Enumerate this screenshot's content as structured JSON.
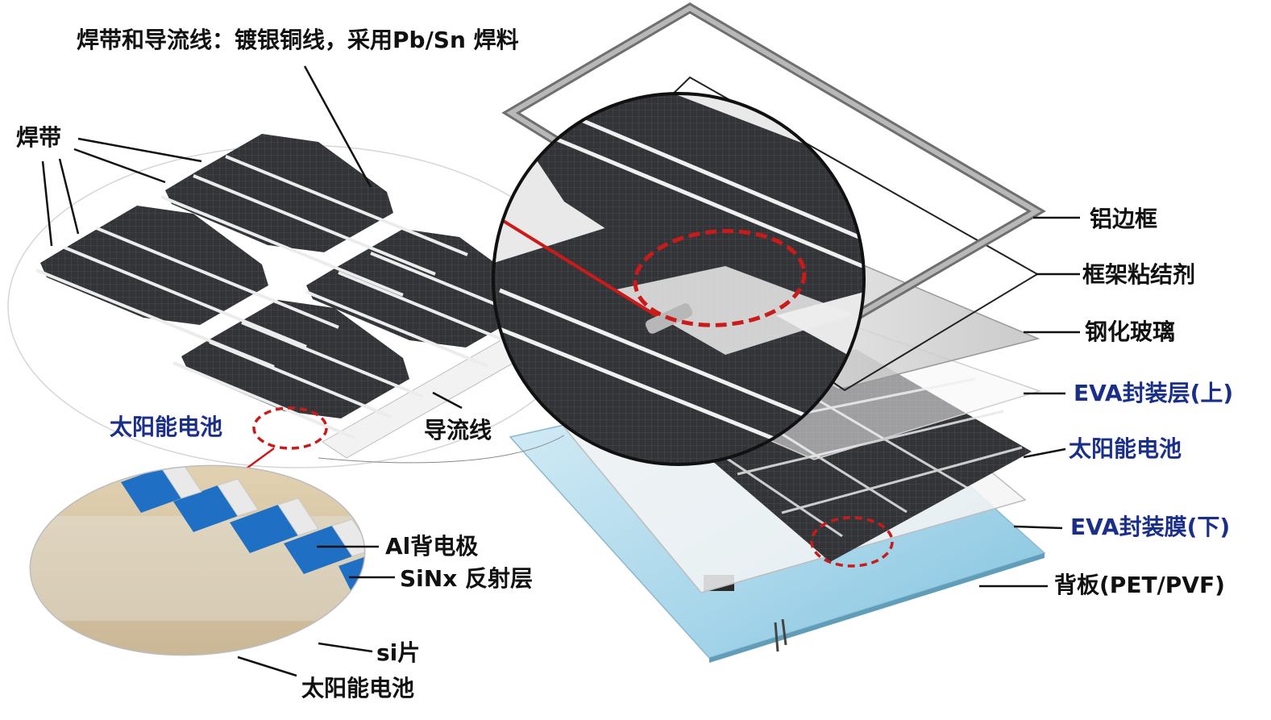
{
  "labels": {
    "ribbon_and_bus": "焊带和导流线：镀银铜线，采用Pb/Sn 焊料",
    "ribbon": "焊带",
    "solar_cell_left": "太阳能电池",
    "bus_bar": "导流线",
    "al_back_electrode": "Al背电极",
    "sinx_layer": "SiNx 反射层",
    "si_wafer": "si片",
    "solar_cell_bottom": "太阳能电池"
  },
  "layers": [
    {
      "label": "铝边框",
      "color": "#111111"
    },
    {
      "label": "框架粘结剂",
      "color": "#111111"
    },
    {
      "label": "钢化玻璃",
      "color": "#111111"
    },
    {
      "label": "EVA封装层(上)",
      "color": "#1a2f8a"
    },
    {
      "label": "太阳能电池",
      "color": "#1a2f8a"
    },
    {
      "label": "EVA封装膜(下)",
      "color": "#1a2f8a"
    },
    {
      "label": "背板(PET/PVF)",
      "color": "#111111"
    }
  ],
  "colors": {
    "cell": "#353538",
    "ribbon": "#e6e6e6",
    "highlight": "#cc1a1a",
    "backsheet": "#9fd0e4",
    "cross_section_blue": "#1f6fc4",
    "label_blue": "#1a2f8a"
  }
}
